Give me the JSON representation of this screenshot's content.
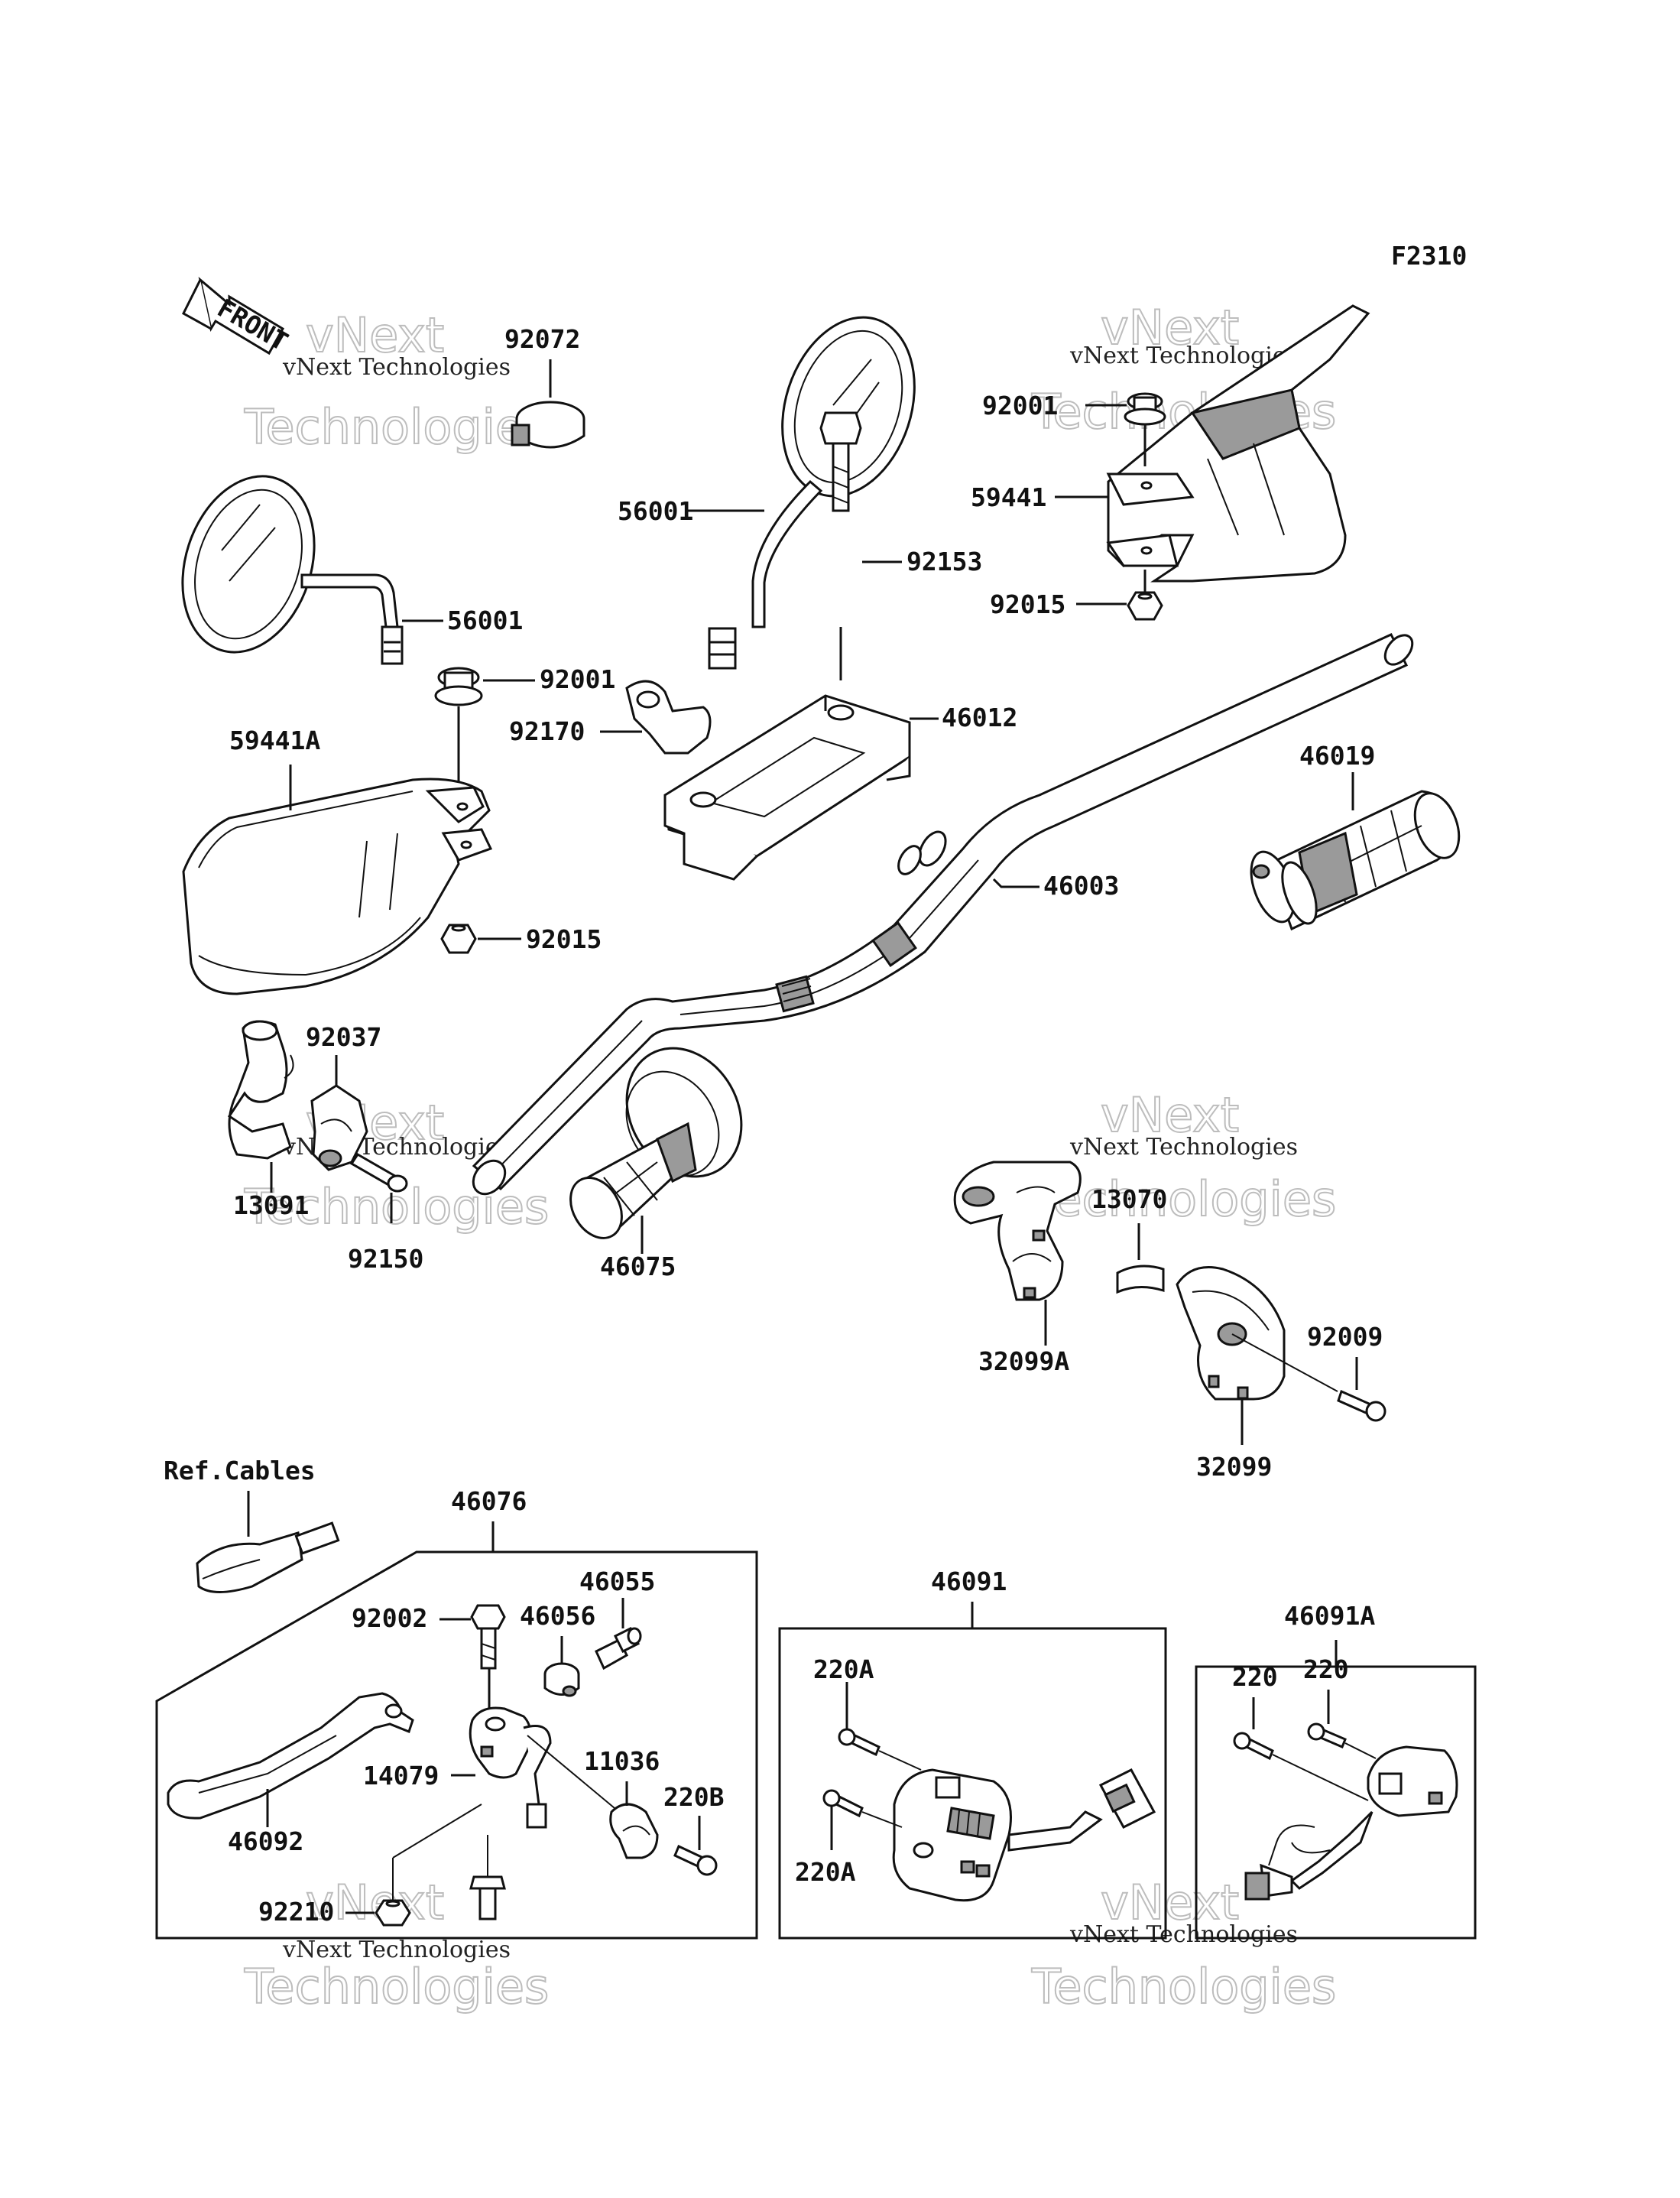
{
  "diagram_code": "F2310",
  "front_arrow_text": "FRONT",
  "watermark": {
    "line1": "vNext",
    "line2": "Technologies",
    "small": "vNext Technologies"
  },
  "part_labels": {
    "p92072": "92072",
    "p56001_left": "56001",
    "p56001_center": "56001",
    "p92001_left": "92001",
    "p92001_right": "92001",
    "p59441": "59441",
    "p59441A": "59441A",
    "p92153": "92153",
    "p92015_left": "92015",
    "p92015_right": "92015",
    "p92170": "92170",
    "p46012": "46012",
    "p46019": "46019",
    "p46003": "46003",
    "p92037": "92037",
    "p13091": "13091",
    "p92150": "92150",
    "p46075": "46075",
    "p13070": "13070",
    "p32099A": "32099A",
    "p92009": "92009",
    "p32099": "32099",
    "ref_cables": "Ref.Cables",
    "p46076": "46076",
    "p46055": "46055",
    "p46056": "46056",
    "p92002": "92002",
    "p14079": "14079",
    "p11036": "11036",
    "p220B": "220B",
    "p46092": "46092",
    "p92210": "92210",
    "p46091": "46091",
    "p220A_top": "220A",
    "p220A_bottom": "220A",
    "p46091A": "46091A",
    "p220_left": "220",
    "p220_right": "220"
  }
}
